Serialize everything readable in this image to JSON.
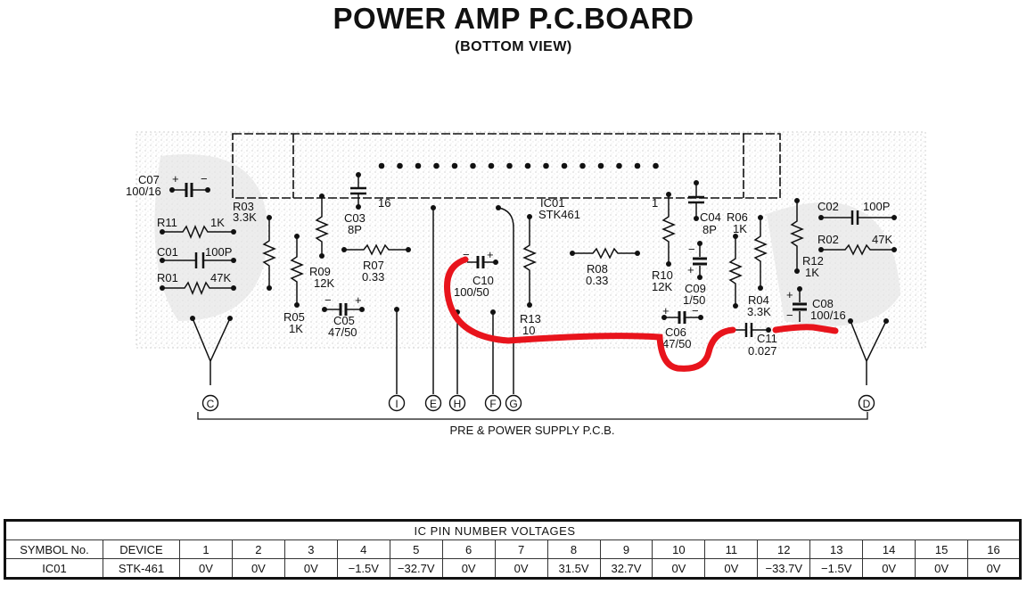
{
  "header": {
    "title": "POWER AMP P.C.BOARD",
    "subtitle": "(BOTTOM VIEW)"
  },
  "board": {
    "ic": {
      "ref": "IC01",
      "part": "STK461",
      "pin_first_label": "1",
      "pin_last_label": "16",
      "pin_count": 16
    },
    "components": {
      "c07": {
        "ref": "C07",
        "value": "100/16",
        "plus": "+",
        "minus": "−"
      },
      "r11": {
        "ref": "R11",
        "value": "1K"
      },
      "c01": {
        "ref": "C01",
        "value": "100P"
      },
      "r01": {
        "ref": "R01",
        "value": "47K"
      },
      "r03": {
        "ref": "R03",
        "value": "3.3K"
      },
      "r05": {
        "ref": "R05",
        "value": "1K"
      },
      "r09": {
        "ref": "R09",
        "value": "12K"
      },
      "c03": {
        "ref": "C03",
        "value": "8P"
      },
      "r07": {
        "ref": "R07",
        "value": "0.33"
      },
      "c05": {
        "ref": "C05",
        "value": "47/50",
        "plus": "+",
        "minus": "−"
      },
      "c10": {
        "ref": "C10",
        "value": "100/50",
        "plus": "+",
        "minus": "−"
      },
      "r13": {
        "ref": "R13",
        "value": "10"
      },
      "r08": {
        "ref": "R08",
        "value": "0.33"
      },
      "r10": {
        "ref": "R10",
        "value": "12K"
      },
      "c04": {
        "ref": "C04",
        "value": "8P"
      },
      "c09": {
        "ref": "C09",
        "value": "1/50",
        "plus": "+",
        "minus": "−"
      },
      "c06": {
        "ref": "C06",
        "value": "47/50",
        "plus": "+",
        "minus": "−"
      },
      "r06": {
        "ref": "R06",
        "value": "1K"
      },
      "r04": {
        "ref": "R04",
        "value": "3.3K"
      },
      "c11": {
        "ref": "C11",
        "value": "0.027"
      },
      "r12": {
        "ref": "R12",
        "value": "1K"
      },
      "c08": {
        "ref": "C08",
        "value": "100/16",
        "plus": "+",
        "minus": "−"
      },
      "c02": {
        "ref": "C02",
        "value": "100P"
      },
      "r02": {
        "ref": "R02",
        "value": "47K"
      }
    },
    "connectors": [
      "C",
      "I",
      "E",
      "H",
      "F",
      "G",
      "D"
    ],
    "bracket_label": "PRE & POWER SUPPLY P.C.B.",
    "annotation_color": "#e8141c"
  },
  "voltage_table": {
    "caption": "IC PIN NUMBER VOLTAGES",
    "headers": {
      "symbol": "SYMBOL No.",
      "device": "DEVICE"
    },
    "pins": [
      "1",
      "2",
      "3",
      "4",
      "5",
      "6",
      "7",
      "8",
      "9",
      "10",
      "11",
      "12",
      "13",
      "14",
      "15",
      "16"
    ],
    "rows": [
      {
        "symbol": "IC01",
        "device": "STK-461",
        "values": [
          "0V",
          "0V",
          "0V",
          "−1.5V",
          "−32.7V",
          "0V",
          "0V",
          "31.5V",
          "32.7V",
          "0V",
          "0V",
          "−33.7V",
          "−1.5V",
          "0V",
          "0V",
          "0V"
        ]
      }
    ]
  }
}
